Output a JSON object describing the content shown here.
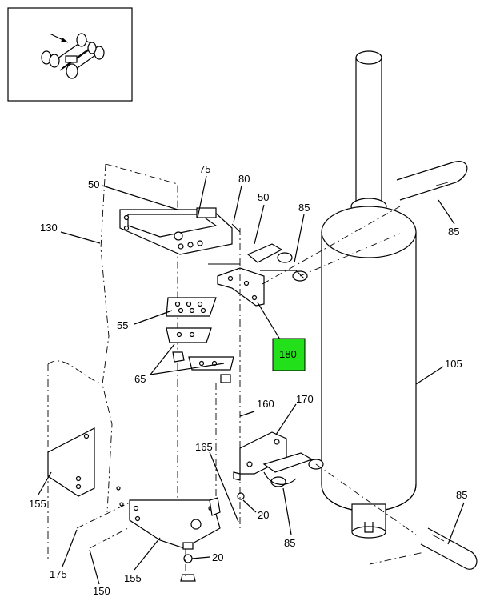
{
  "highlight_color": "#22e01a",
  "callouts": {
    "c50a": "50",
    "c75": "75",
    "c80": "80",
    "c50b": "50",
    "c85a": "85",
    "c85b": "85",
    "c130": "130",
    "c55": "55",
    "c180": "180",
    "c65": "65",
    "c105": "105",
    "c160": "160",
    "c170": "170",
    "c165": "165",
    "c155a": "155",
    "c20a": "20",
    "c85c": "85",
    "c85d": "85",
    "c20b": "20",
    "c175": "175",
    "c155b": "155",
    "c150": "150"
  }
}
